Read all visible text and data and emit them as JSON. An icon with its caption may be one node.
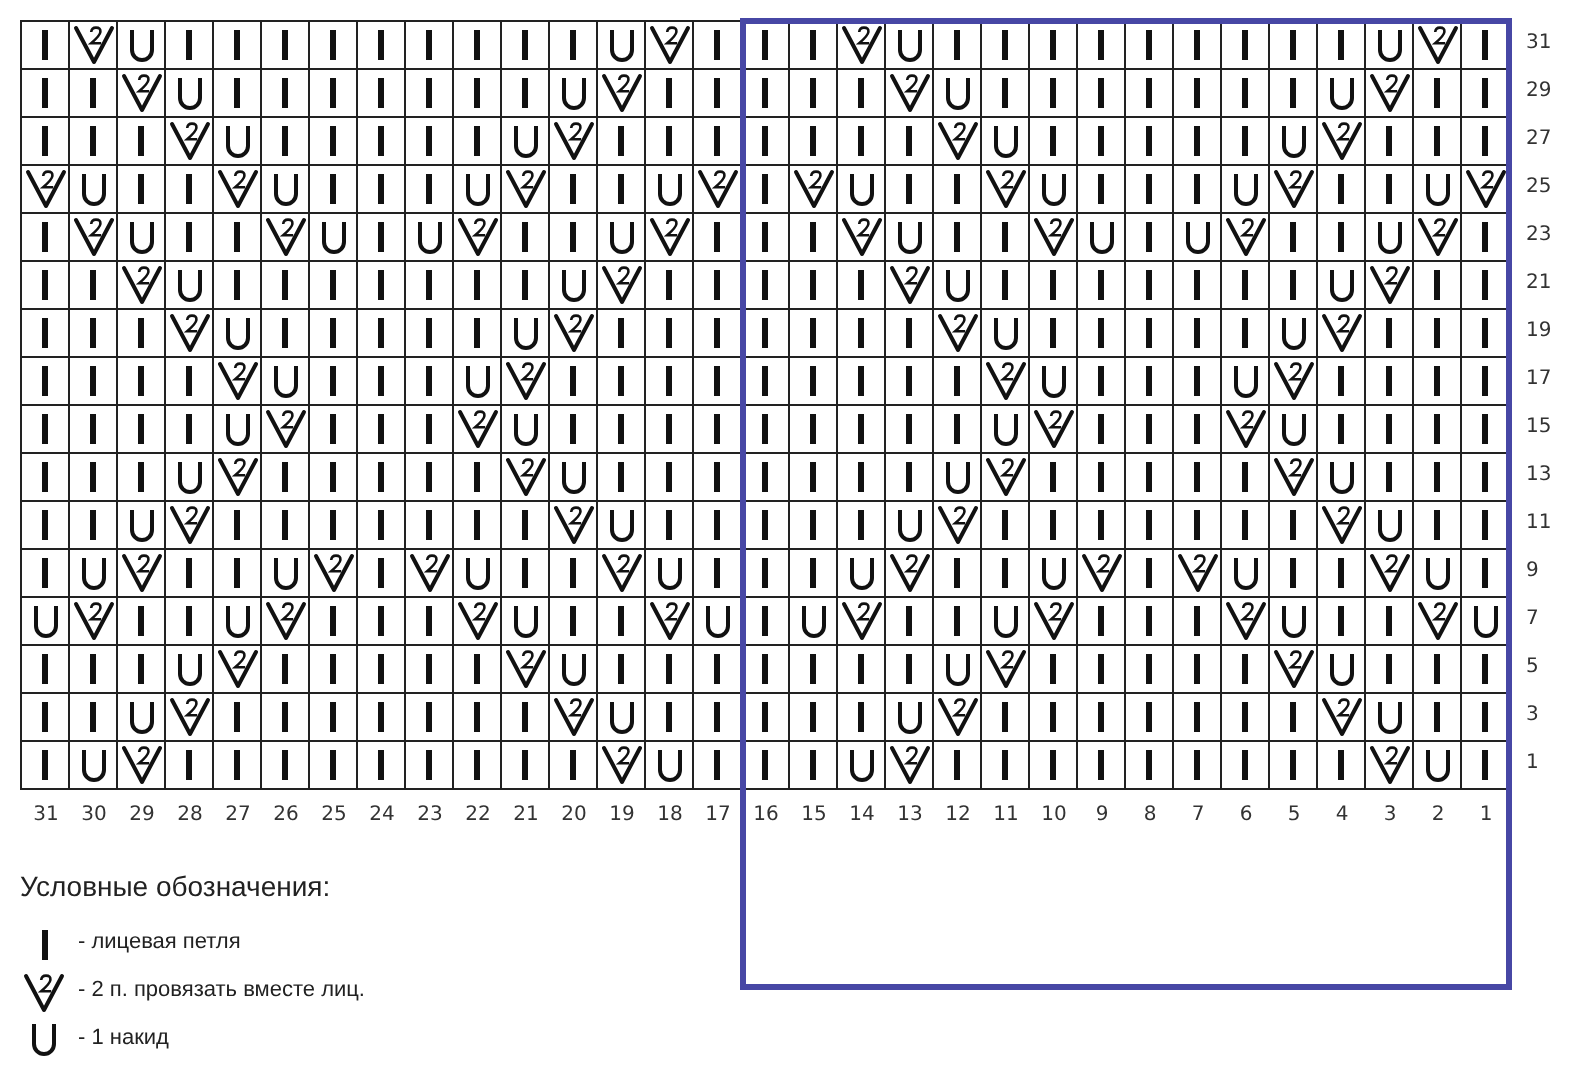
{
  "diagram": {
    "labels": [
      "31",
      "29",
      "27",
      "25",
      "23",
      "21",
      "19",
      "17",
      "15",
      "13",
      "11",
      "9",
      "7",
      "5",
      "3",
      "1",
      "31",
      "30",
      "29",
      "28",
      "27",
      "26",
      "25",
      "24",
      "23",
      "22",
      "21",
      "20",
      "19",
      "18",
      "17",
      "16",
      "15",
      "14",
      "13",
      "12",
      "11",
      "10",
      "9",
      "8",
      "7",
      "6",
      "5",
      "4",
      "3",
      "2",
      "1",
      "Условные обозначения:"
    ],
    "legend": [
      {
        "text": "- лицевая петля"
      },
      {
        "text": "- 2 п. провязать вместе лиц."
      },
      {
        "text": "- 1 накид"
      }
    ]
  }
}
